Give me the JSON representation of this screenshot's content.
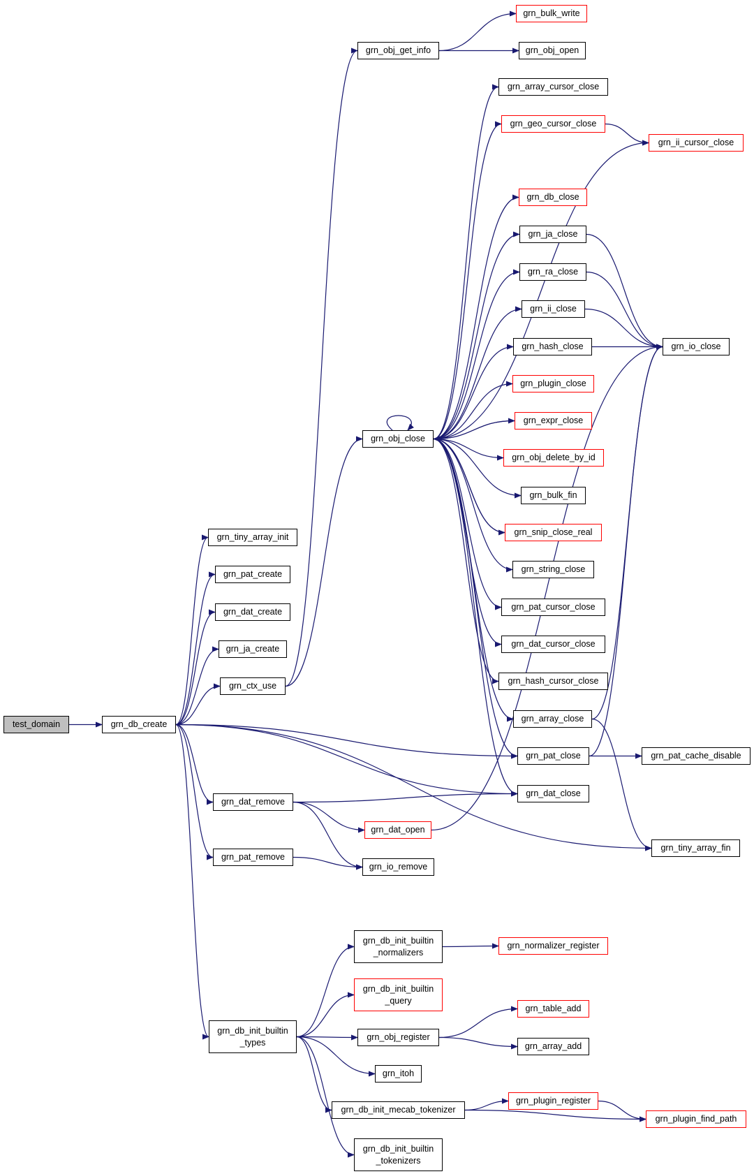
{
  "colors": {
    "edge": "#191970",
    "node_border": "#000000",
    "truncated_border": "#ff0000",
    "root_fill": "#bfbfbf"
  },
  "nodes": {
    "test_domain": "test_domain",
    "grn_db_create": "grn_db_create",
    "grn_tiny_array_init": "grn_tiny_array_init",
    "grn_pat_create": "grn_pat_create",
    "grn_dat_create": "grn_dat_create",
    "grn_ja_create": "grn_ja_create",
    "grn_ctx_use": "grn_ctx_use",
    "grn_dat_remove": "grn_dat_remove",
    "grn_pat_remove": "grn_pat_remove",
    "grn_db_init_builtin_types": "grn_db_init_builtin\n_types",
    "grn_obj_get_info": "grn_obj_get_info",
    "grn_bulk_write": "grn_bulk_write",
    "grn_obj_open": "grn_obj_open",
    "grn_obj_close": "grn_obj_close",
    "grn_array_cursor_close": "grn_array_cursor_close",
    "grn_geo_cursor_close": "grn_geo_cursor_close",
    "grn_ii_cursor_close": "grn_ii_cursor_close",
    "grn_db_close": "grn_db_close",
    "grn_ja_close": "grn_ja_close",
    "grn_ra_close": "grn_ra_close",
    "grn_ii_close": "grn_ii_close",
    "grn_hash_close": "grn_hash_close",
    "grn_io_close": "grn_io_close",
    "grn_plugin_close": "grn_plugin_close",
    "grn_expr_close": "grn_expr_close",
    "grn_obj_delete_by_id": "grn_obj_delete_by_id",
    "grn_bulk_fin": "grn_bulk_fin",
    "grn_snip_close_real": "grn_snip_close_real",
    "grn_string_close": "grn_string_close",
    "grn_pat_cursor_close": "grn_pat_cursor_close",
    "grn_dat_cursor_close": "grn_dat_cursor_close",
    "grn_hash_cursor_close": "grn_hash_cursor_close",
    "grn_array_close": "grn_array_close",
    "grn_pat_close": "grn_pat_close",
    "grn_pat_cache_disable": "grn_pat_cache_disable",
    "grn_dat_close": "grn_dat_close",
    "grn_dat_open": "grn_dat_open",
    "grn_io_remove": "grn_io_remove",
    "grn_tiny_array_fin": "grn_tiny_array_fin",
    "grn_db_init_builtin_normalizers": "grn_db_init_builtin\n_normalizers",
    "grn_normalizer_register": "grn_normalizer_register",
    "grn_db_init_builtin_query": "grn_db_init_builtin\n_query",
    "grn_obj_register": "grn_obj_register",
    "grn_table_add": "grn_table_add",
    "grn_array_add": "grn_array_add",
    "grn_itoh": "grn_itoh",
    "grn_db_init_mecab_tokenizer": "grn_db_init_mecab_tokenizer",
    "grn_plugin_register": "grn_plugin_register",
    "grn_plugin_find_path": "grn_plugin_find_path",
    "grn_db_init_builtin_tokenizers": "grn_db_init_builtin\n_tokenizers"
  },
  "edges": [
    [
      "test_domain",
      "grn_db_create"
    ],
    [
      "grn_db_create",
      "grn_tiny_array_init"
    ],
    [
      "grn_db_create",
      "grn_pat_create"
    ],
    [
      "grn_db_create",
      "grn_dat_create"
    ],
    [
      "grn_db_create",
      "grn_ja_create"
    ],
    [
      "grn_db_create",
      "grn_ctx_use"
    ],
    [
      "grn_db_create",
      "grn_pat_close"
    ],
    [
      "grn_db_create",
      "grn_dat_close"
    ],
    [
      "grn_db_create",
      "grn_dat_remove"
    ],
    [
      "grn_db_create",
      "grn_pat_remove"
    ],
    [
      "grn_db_create",
      "grn_tiny_array_fin"
    ],
    [
      "grn_db_create",
      "grn_db_init_builtin_types"
    ],
    [
      "grn_ctx_use",
      "grn_obj_get_info"
    ],
    [
      "grn_ctx_use",
      "grn_obj_close"
    ],
    [
      "grn_obj_get_info",
      "grn_bulk_write"
    ],
    [
      "grn_obj_get_info",
      "grn_obj_open"
    ],
    [
      "grn_obj_close",
      "grn_array_cursor_close"
    ],
    [
      "grn_obj_close",
      "grn_geo_cursor_close"
    ],
    [
      "grn_obj_close",
      "grn_ii_cursor_close"
    ],
    [
      "grn_obj_close",
      "grn_db_close"
    ],
    [
      "grn_obj_close",
      "grn_ja_close"
    ],
    [
      "grn_obj_close",
      "grn_ra_close"
    ],
    [
      "grn_obj_close",
      "grn_ii_close"
    ],
    [
      "grn_obj_close",
      "grn_hash_close"
    ],
    [
      "grn_obj_close",
      "grn_plugin_close"
    ],
    [
      "grn_obj_close",
      "grn_expr_close"
    ],
    [
      "grn_obj_close",
      "grn_obj_delete_by_id"
    ],
    [
      "grn_obj_close",
      "grn_bulk_fin"
    ],
    [
      "grn_obj_close",
      "grn_snip_close_real"
    ],
    [
      "grn_obj_close",
      "grn_string_close"
    ],
    [
      "grn_obj_close",
      "grn_pat_cursor_close"
    ],
    [
      "grn_obj_close",
      "grn_dat_cursor_close"
    ],
    [
      "grn_obj_close",
      "grn_hash_cursor_close"
    ],
    [
      "grn_obj_close",
      "grn_array_close"
    ],
    [
      "grn_obj_close",
      "grn_pat_close"
    ],
    [
      "grn_obj_close",
      "grn_dat_close"
    ],
    [
      "grn_obj_close",
      "grn_obj_close"
    ],
    [
      "grn_expr_close",
      "grn_obj_close"
    ],
    [
      "grn_snip_close_real",
      "grn_obj_close"
    ],
    [
      "grn_geo_cursor_close",
      "grn_ii_cursor_close"
    ],
    [
      "grn_ja_close",
      "grn_io_close"
    ],
    [
      "grn_ra_close",
      "grn_io_close"
    ],
    [
      "grn_ii_close",
      "grn_io_close"
    ],
    [
      "grn_hash_close",
      "grn_io_close"
    ],
    [
      "grn_array_close",
      "grn_io_close"
    ],
    [
      "grn_array_close",
      "grn_tiny_array_fin"
    ],
    [
      "grn_pat_close",
      "grn_io_close"
    ],
    [
      "grn_pat_close",
      "grn_pat_cache_disable"
    ],
    [
      "grn_dat_remove",
      "grn_dat_close"
    ],
    [
      "grn_dat_remove",
      "grn_dat_open"
    ],
    [
      "grn_dat_remove",
      "grn_io_remove"
    ],
    [
      "grn_dat_open",
      "grn_io_close"
    ],
    [
      "grn_pat_remove",
      "grn_io_remove"
    ],
    [
      "grn_db_init_builtin_types",
      "grn_db_init_builtin_normalizers"
    ],
    [
      "grn_db_init_builtin_types",
      "grn_db_init_builtin_query"
    ],
    [
      "grn_db_init_builtin_types",
      "grn_obj_register"
    ],
    [
      "grn_db_init_builtin_types",
      "grn_itoh"
    ],
    [
      "grn_db_init_builtin_types",
      "grn_db_init_mecab_tokenizer"
    ],
    [
      "grn_db_init_builtin_types",
      "grn_db_init_builtin_tokenizers"
    ],
    [
      "grn_db_init_builtin_normalizers",
      "grn_normalizer_register"
    ],
    [
      "grn_obj_register",
      "grn_table_add"
    ],
    [
      "grn_obj_register",
      "grn_array_add"
    ],
    [
      "grn_db_init_mecab_tokenizer",
      "grn_plugin_register"
    ],
    [
      "grn_db_init_mecab_tokenizer",
      "grn_plugin_find_path"
    ],
    [
      "grn_plugin_register",
      "grn_plugin_find_path"
    ]
  ]
}
